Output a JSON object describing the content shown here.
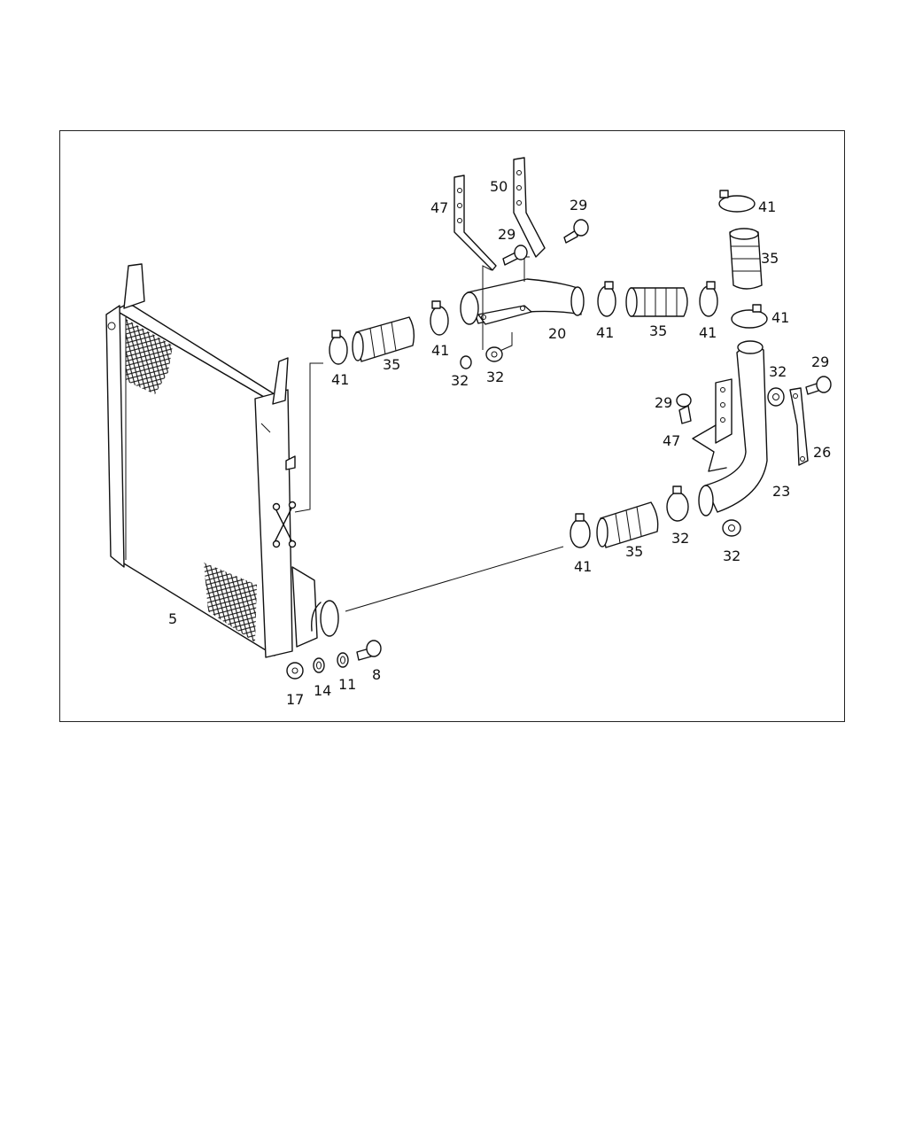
{
  "diagram": {
    "labels": [
      "5",
      "8",
      "11",
      "14",
      "17",
      "20",
      "23",
      "26",
      "29",
      "29",
      "29",
      "29",
      "32",
      "32",
      "32",
      "32",
      "32",
      "35",
      "35",
      "35",
      "35",
      "41",
      "41",
      "41",
      "41",
      "41",
      "41",
      "41",
      "47",
      "47",
      "50"
    ]
  },
  "colors": {
    "line": "#111111",
    "background": "#ffffff"
  }
}
